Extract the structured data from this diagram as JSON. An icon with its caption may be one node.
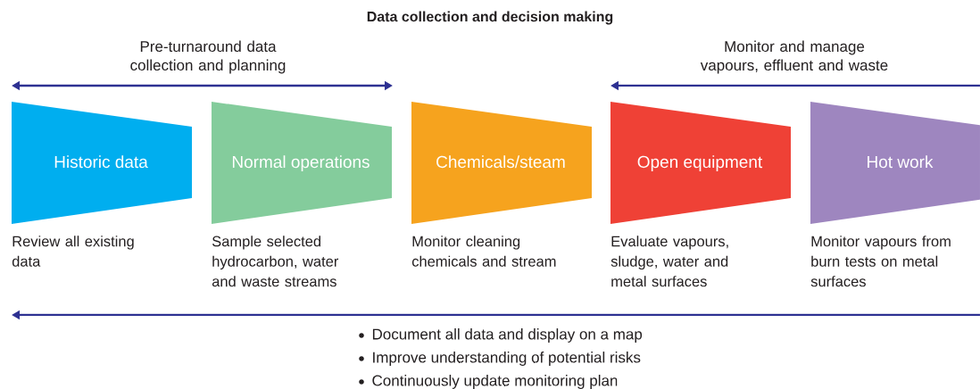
{
  "diagram": {
    "title": "Data collection and decision making",
    "nodes": [
      {
        "text": [
          "Historic data"
        ],
        "beside": [
          "Review all existing data"
        ]
      },
      {
        "text": [
          "Normal operations"
        ],
        "beside": [
          "Sample selected hydrocarbon, water and waste streams"
        ]
      },
      {
        "text": [
          "Chemicals/steam"
        ],
        "beside": [
          "Monitor cleaning chemicals and stream"
        ]
      },
      {
        "text": [
          "Open equipment"
        ],
        "beside": [
          "Evaluate vapours, sludge, water and metal surfaces"
        ]
      },
      {
        "text": [
          "Hot work"
        ],
        "beside": [
          "Monitor vapours from burn tests on metal surfaces"
        ]
      }
    ],
    "labels": [
      "Pre-turnaround data collection and planning",
      "Monitor and manage vapours, effluent and waste",
      "Document all data and display on a map",
      "Improve understanding of potential risks",
      "Continuously update monitoring plan"
    ]
  }
}
